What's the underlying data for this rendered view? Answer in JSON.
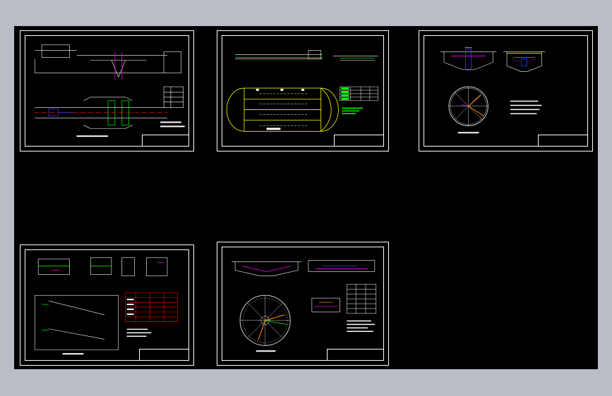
{
  "window": {
    "title": ""
  },
  "canvas": {
    "background": "#000000",
    "frame_color": "#b9bdc6",
    "sheet_count": 5
  },
  "sheets": [
    {
      "id": "grit-chamber",
      "content": "channel-profile-and-plan"
    },
    {
      "id": "aeration-tank",
      "content": "oval-tank-plan-with-table"
    },
    {
      "id": "primary-clarifier",
      "content": "circular-tank-section-and-plan"
    },
    {
      "id": "sludge-thickener",
      "content": "sections-and-red-table"
    },
    {
      "id": "secondary-clarifier",
      "content": "circular-tank-plan-with-table"
    }
  ],
  "colors": {
    "line": "#ffffff",
    "accent_yellow": "#ffff00",
    "accent_green": "#00ff00",
    "accent_magenta": "#ff00ff",
    "accent_red": "#ff0000",
    "accent_blue": "#3b3bff",
    "accent_cyan": "#00ffff",
    "accent_orange": "#ff8000"
  }
}
